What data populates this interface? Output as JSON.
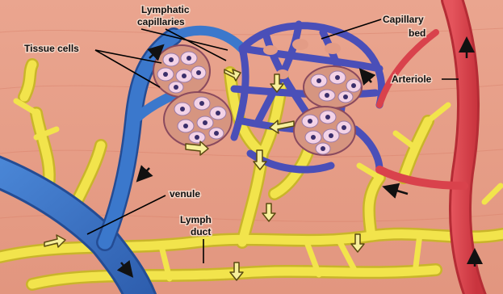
{
  "labels": {
    "lymphatic_capillaries_line1": "Lymphatic",
    "lymphatic_capillaries_line2": "capillaries",
    "tissue_cells": "Tissue cells",
    "capillary_bed_line1": "Capillary",
    "capillary_bed_line2": "bed",
    "arteriole": "Arteriole",
    "venule": "venule",
    "lymph_duct_line1": "Lymph",
    "lymph_duct_line2": "duct"
  },
  "colors": {
    "tissue": "#e8a08a",
    "blood_vessel_venous": "#3a6fc4",
    "capillary_bed": "#4a4fb8",
    "arteriole": "#d9424c",
    "lymph": "#f0e34a",
    "tissue_cell": "#f3d2e6",
    "cell_nucleus": "#3b2f6b"
  },
  "icons": [
    "flow-arrow-icon",
    "lymph-flow-arrow-icon"
  ]
}
